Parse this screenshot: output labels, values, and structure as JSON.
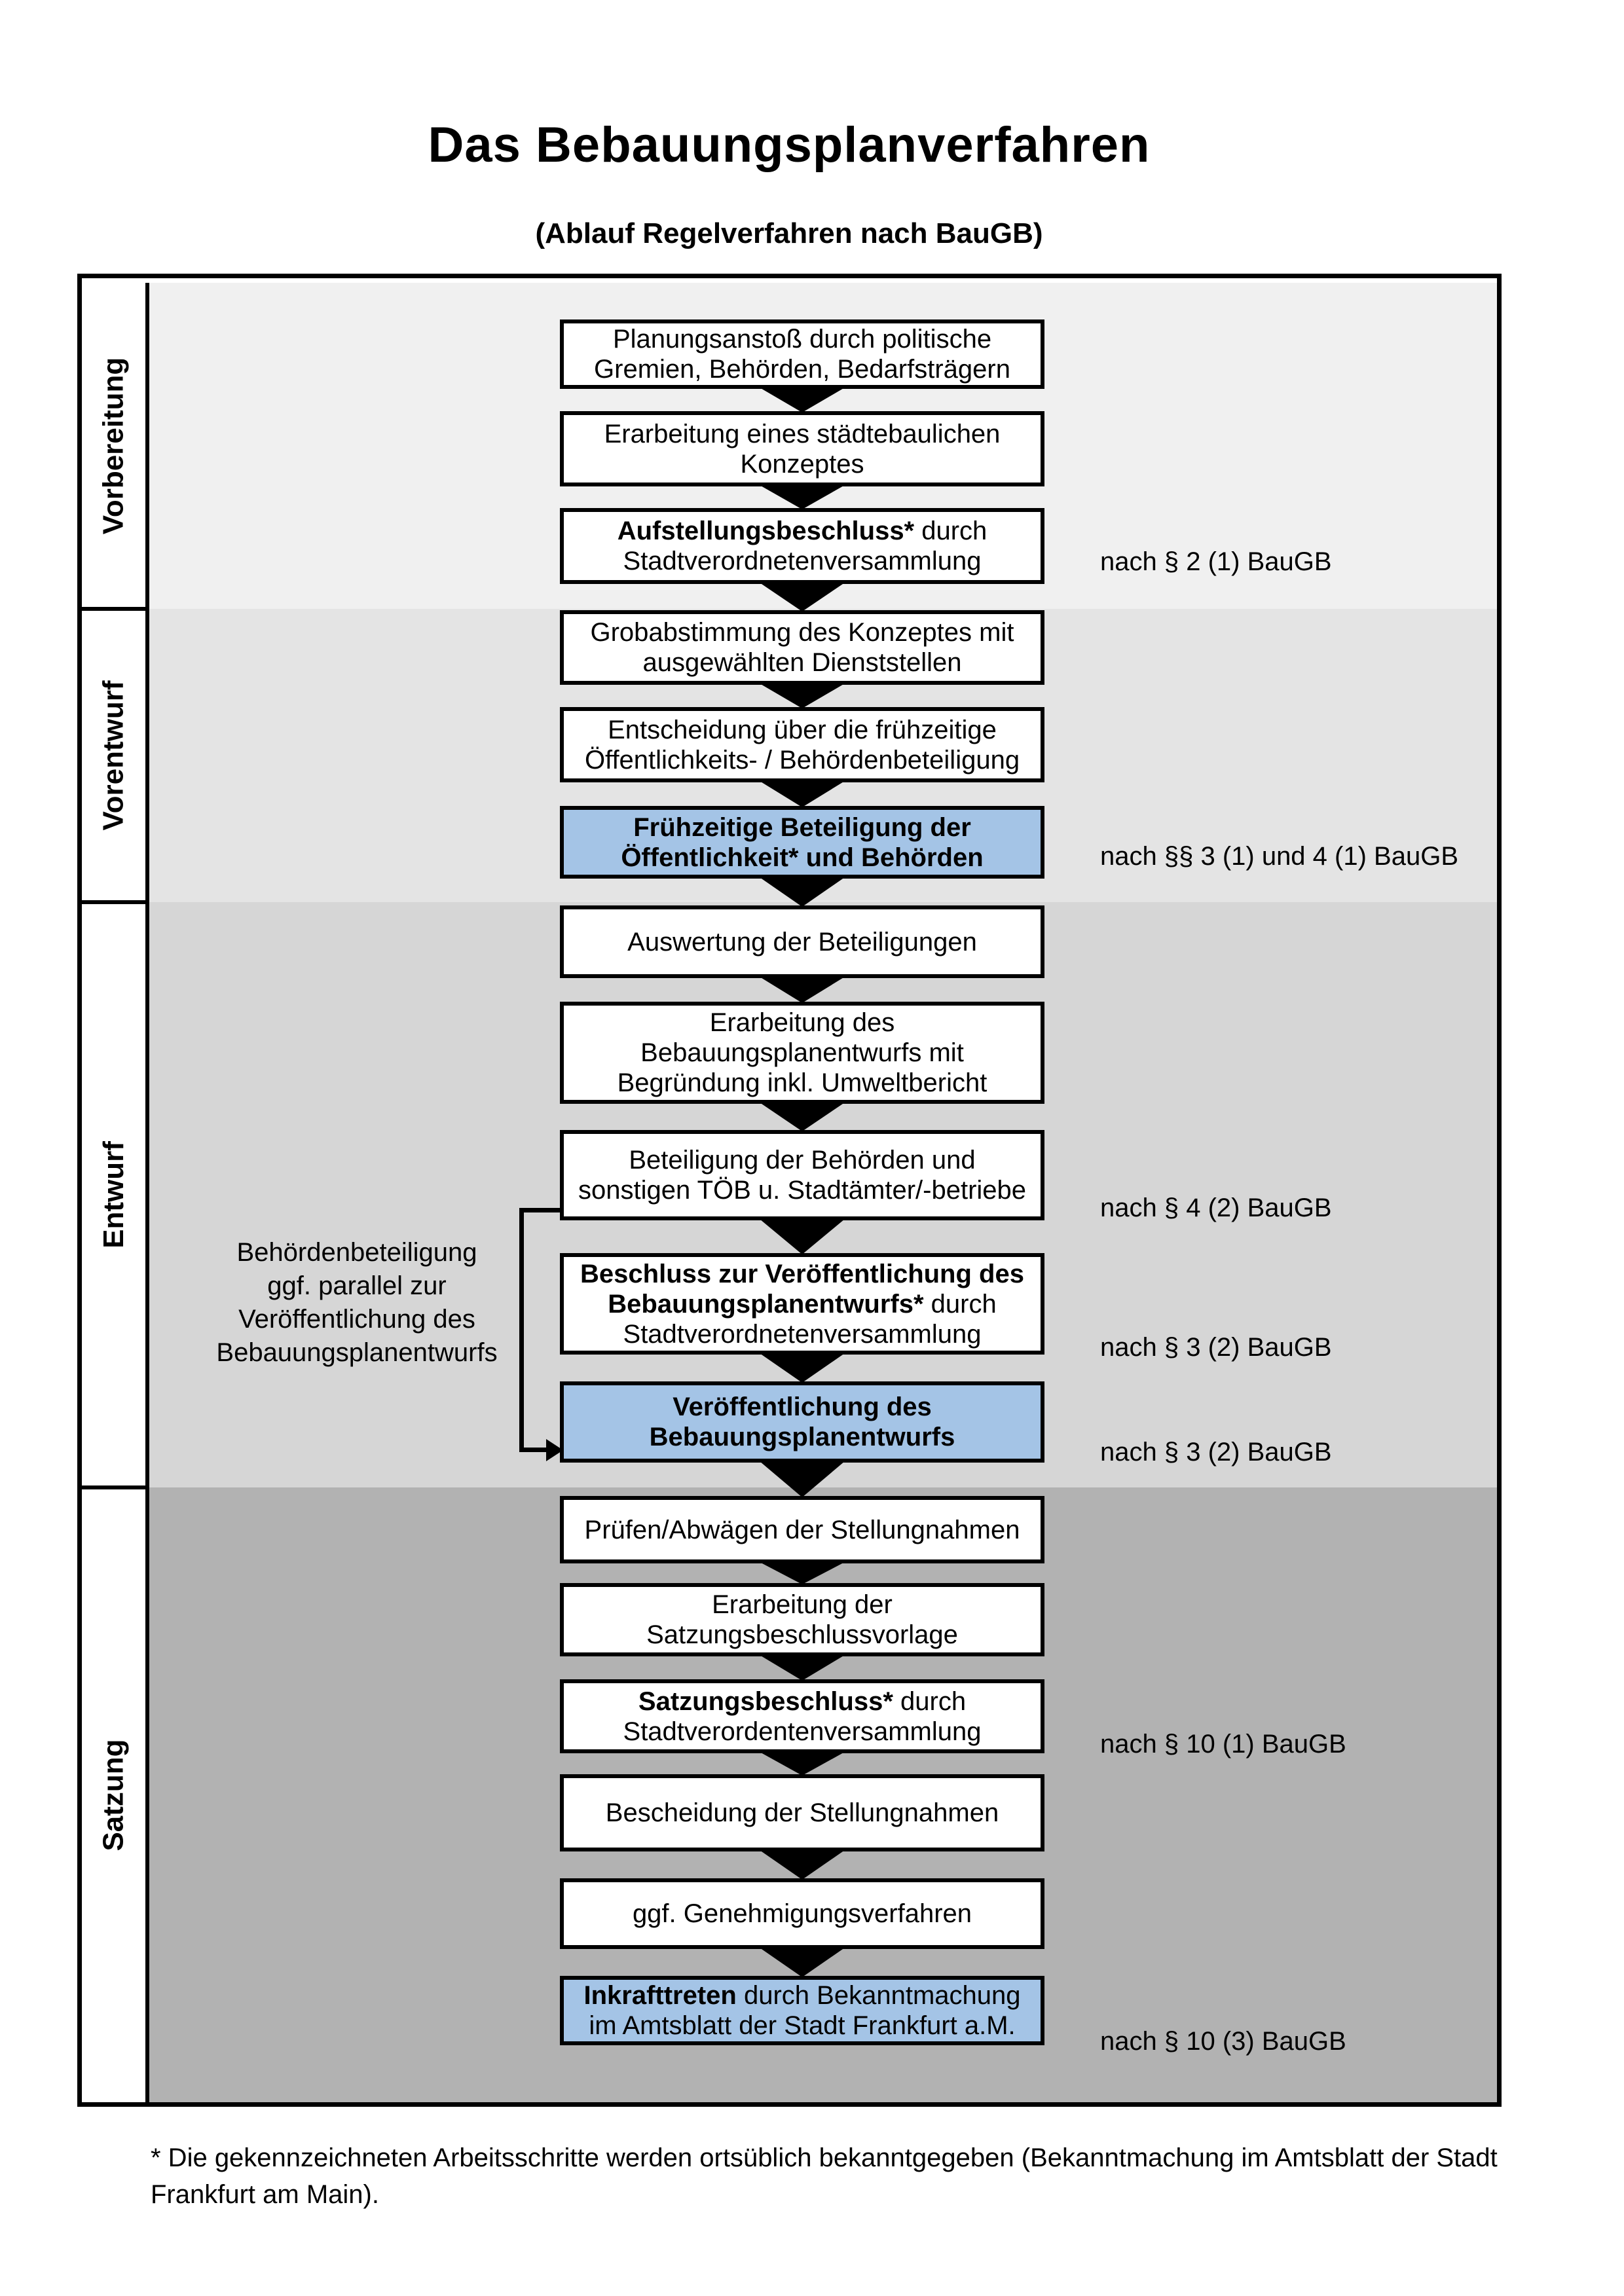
{
  "title": "Das Bebauungsplanverfahren",
  "subtitle": "(Ablauf Regelverfahren nach BauGB)",
  "colors": {
    "highlight_blue": "#a4c4e6",
    "section_vorbereitung_bg": "#f0f0f0",
    "section_vorentwurf_bg": "#e4e4e4",
    "section_entwurf_bg": "#d6d6d6",
    "section_satzung_bg": "#b2b2b2",
    "box_border": "#000000"
  },
  "sections": [
    {
      "label": "Vorbereitung"
    },
    {
      "label": "Vorentwurf"
    },
    {
      "label": "Entwurf"
    },
    {
      "label": "Satzung"
    }
  ],
  "boxes": {
    "b1": {
      "l1": "Planungsanstoß durch politische",
      "l2": "Gremien, Behörden, Bedarfsträgern"
    },
    "b2": {
      "l1": "Erarbeitung eines städtebaulichen",
      "l2": "Konzeptes"
    },
    "b3": {
      "l1b": "Aufstellungsbeschluss*",
      "l1r": " durch",
      "l2": "Stadtverordnetenversammlung"
    },
    "b4": {
      "l1": "Grobabstimmung des Konzeptes mit",
      "l2": "ausgewählten Dienststellen"
    },
    "b5": {
      "l1": "Entscheidung über die frühzeitige",
      "l2": "Öffentlichkeits- / Behördenbeteiligung"
    },
    "b6": {
      "l1": "Frühzeitige Beteiligung der",
      "l2": "Öffentlichkeit* und Behörden"
    },
    "b7": {
      "l1": "Auswertung der Beteiligungen"
    },
    "b8": {
      "l1": "Erarbeitung des",
      "l2": "Bebauungsplanentwurfs mit",
      "l3": "Begründung inkl. Umweltbericht"
    },
    "b9": {
      "l1": "Beteiligung der Behörden und",
      "l2": "sonstigen TÖB u. Stadtämter/-betriebe"
    },
    "b10": {
      "l1": "Beschluss zur Veröffentlichung des",
      "l2b": "Bebauungsplanentwurfs*",
      "l2r": " durch",
      "l3": "Stadtverordnetenversammlung"
    },
    "b11": {
      "l1": "Veröffentlichung des",
      "l2": "Bebauungsplanentwurfs"
    },
    "b12": {
      "l1": "Prüfen/Abwägen der Stellungnahmen"
    },
    "b13": {
      "l1": "Erarbeitung der",
      "l2": "Satzungsbeschlussvorlage"
    },
    "b14": {
      "l1b": "Satzungsbeschluss*",
      "l1r": " durch",
      "l2": "Stadtverordentenversammlung"
    },
    "b15": {
      "l1": "Bescheidung der Stellungnahmen"
    },
    "b16": {
      "l1": "ggf. Genehmigungsverfahren"
    },
    "b17": {
      "l1b": "Inkrafttreten",
      "l1r": " durch Bekanntmachung",
      "l2": "im Amtsblatt der Stadt Frankfurt a.M."
    }
  },
  "annotations": {
    "right": [
      "nach § 2 (1) BauGB",
      "nach §§ 3 (1) und 4 (1) BauGB",
      "nach § 4 (2) BauGB",
      "nach § 3 (2) BauGB",
      "nach § 3 (2) BauGB",
      "nach § 10 (1) BauGB",
      "nach § 10 (3) BauGB"
    ],
    "left": [
      "Behördenbeteiligung",
      "ggf. parallel zur",
      "Veröffentlichung des",
      "Bebauungsplanentwurfs"
    ]
  },
  "footer": {
    "line1": "* Die gekennzeichneten Arbeitsschritte werden ortsüblich bekanntgegeben (Bekanntmachung im Amtsblatt  der Stadt",
    "line2": "Frankfurt am Main)."
  }
}
